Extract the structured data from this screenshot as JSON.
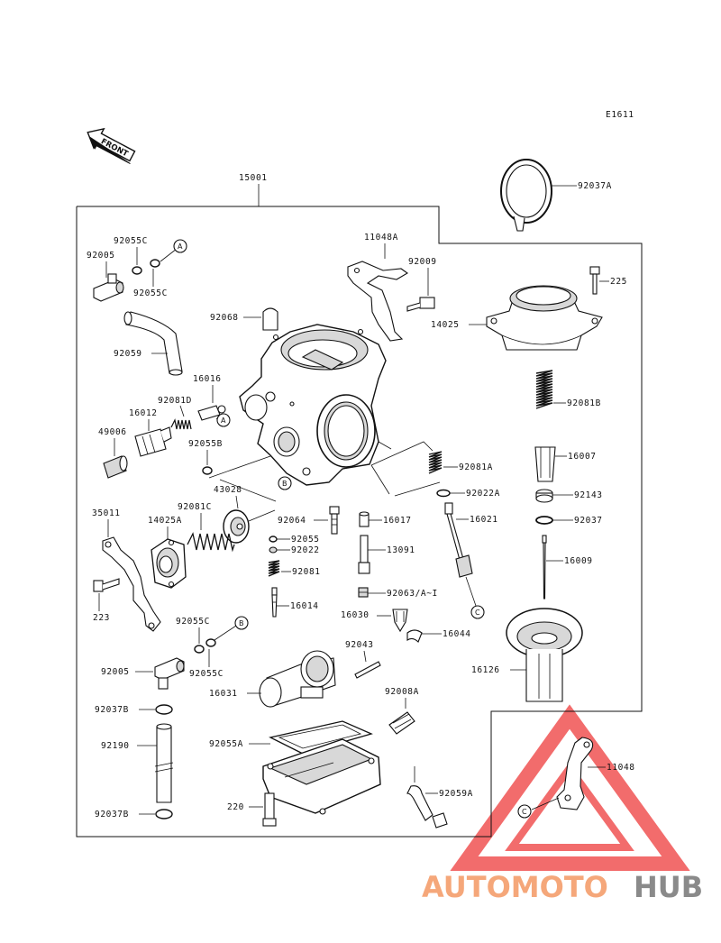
{
  "drawing_code": "E1611",
  "front_label": "FRONT",
  "assembly_number": "15001",
  "watermark": {
    "brand_part1": "AUTOMOTO",
    "brand_part2": "HUB",
    "color_main": "#f5a77a",
    "color_accent": "#8a8a8a",
    "triangle_color": "#ee3b3b"
  },
  "callouts": {
    "a": "A",
    "b": "B",
    "c": "C"
  },
  "parts": {
    "p92037A": "92037A",
    "p11048A": "11048A",
    "p92009": "92009",
    "p225": "225",
    "p14025": "14025",
    "p92055C_1": "92055C",
    "p92005_1": "92005",
    "p92055C_2": "92055C",
    "p92068": "92068",
    "p92059": "92059",
    "p16016": "16016",
    "p92081D": "92081D",
    "p16012": "16012",
    "p49006": "49006",
    "p92055B": "92055B",
    "p43028": "43028",
    "p92081B": "92081B",
    "p16007": "16007",
    "p92081A": "92081A",
    "p92022A": "92022A",
    "p92143": "92143",
    "p35011": "35011",
    "p14025A": "14025A",
    "p92081C": "92081C",
    "p92064": "92064",
    "p16017": "16017",
    "p16021": "16021",
    "p92037": "92037",
    "p92055": "92055",
    "p92022": "92022",
    "p13091": "13091",
    "p16009": "16009",
    "p92081": "92081",
    "p223": "223",
    "p92063": "92063/A~I",
    "p16014": "16014",
    "p16030": "16030",
    "p16044": "16044",
    "p92055C_3": "92055C",
    "p92055C_4": "92055C",
    "p92005_2": "92005",
    "p92043": "92043",
    "p16126": "16126",
    "p16031": "16031",
    "p92008A": "92008A",
    "p92037B_1": "92037B",
    "p92190": "92190",
    "p92055A": "92055A",
    "p11048": "11048",
    "p220": "220",
    "p92059A": "92059A",
    "p92037B_2": "92037B"
  }
}
